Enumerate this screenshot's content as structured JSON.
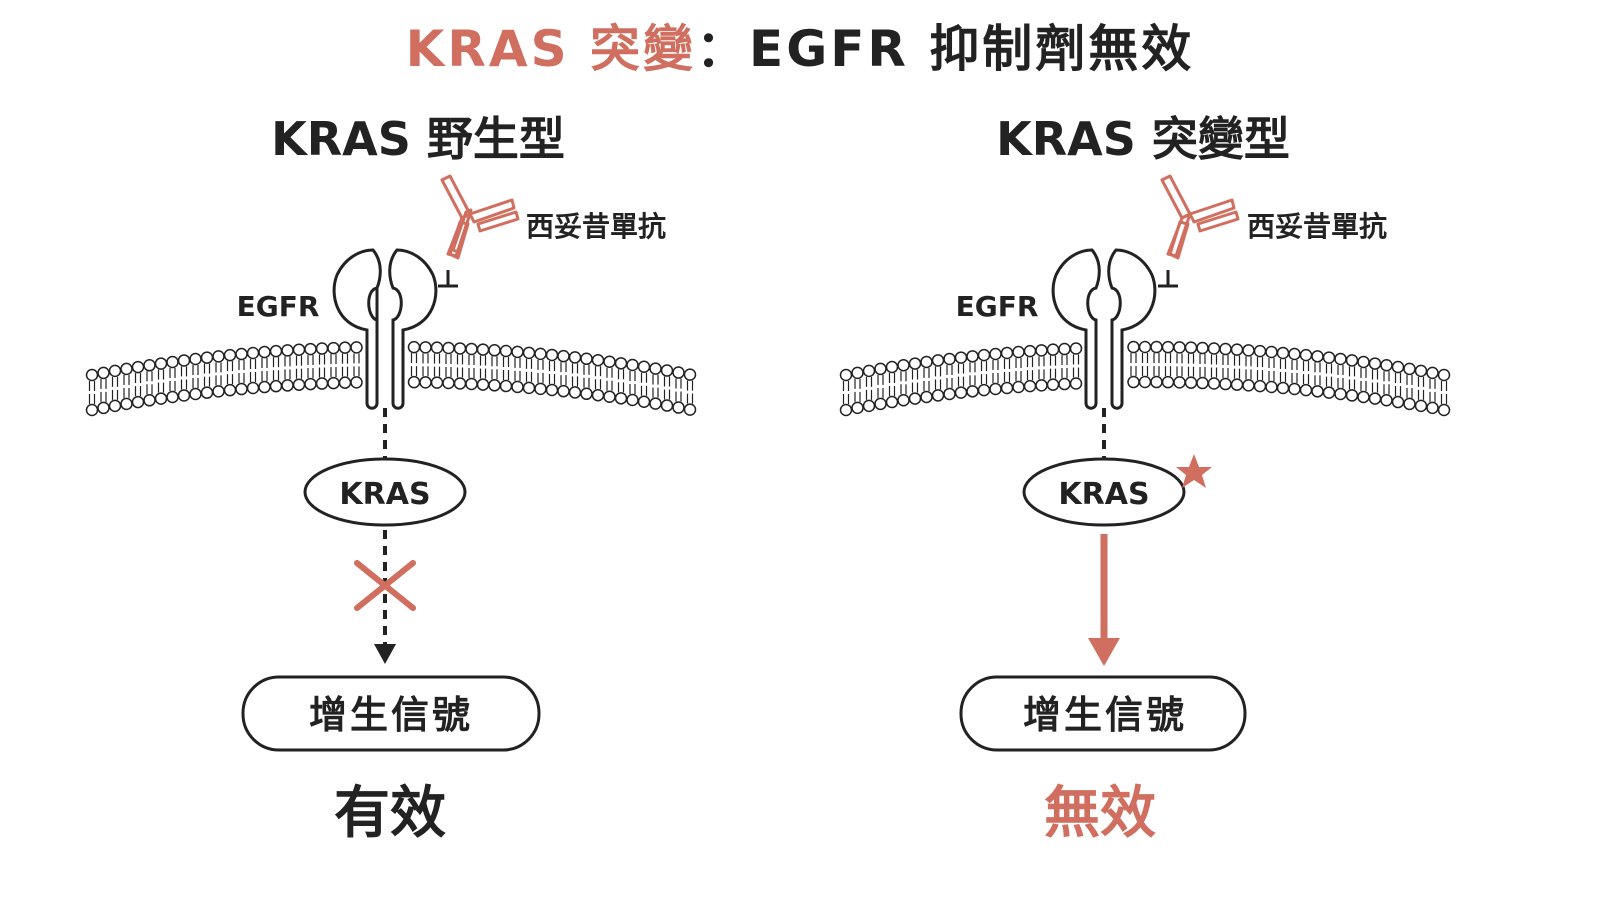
{
  "title": {
    "part1": "KRAS 突變",
    "sep": "：",
    "part2": "EGFR 抑制劑無效"
  },
  "panels": [
    {
      "heading": "KRAS 野生型",
      "drug_label": "西妥昔單抗",
      "receptor_label": "EGFR",
      "kras_label": "KRAS",
      "signal_label": "增生信號",
      "result": "有效",
      "mutated": false
    },
    {
      "heading": "KRAS 突變型",
      "drug_label": "西妥昔單抗",
      "receptor_label": "EGFR",
      "kras_label": "KRAS",
      "signal_label": "增生信號",
      "result": "無效",
      "mutated": true
    }
  ],
  "colors": {
    "accent": "#d06f5f",
    "ink": "#222222",
    "background": "#ffffff"
  }
}
